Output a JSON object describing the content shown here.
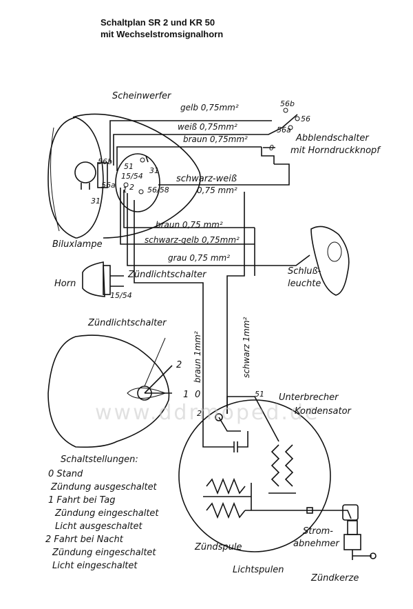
{
  "title": {
    "line1": "Schaltplan SR 2 und KR 50",
    "line2": "mit Wechselstromsignalhorn"
  },
  "labels": {
    "scheinwerfer": "Scheinwerfer",
    "gelb": "gelb 0,75mm²",
    "weiss": "weiß 0,75mm²",
    "braun_top": "braun 0,75mm²",
    "abblendschalter": "Abblendschalter",
    "horndruckknopf": "mit Horndruckknopf",
    "schwarz_weiss": "schwarz-weiß",
    "schwarz_weiss_size": "0,75 mm²",
    "braun_mid": "braun 0,75 mm²",
    "schwarz_gelb": "schwarz-gelb 0,75mm²",
    "grau": "grau 0,75 mm²",
    "biluxlampe": "Biluxlampe",
    "horn": "Horn",
    "zuendlichtschalter_top": "Zündlichtschalter",
    "schluss": "Schluß-",
    "leuchte": "leuchte",
    "zuendlichtschalter_mid": "Zündlichtschalter",
    "braun_1": "braun 1mm²",
    "schwarz_1": "schwarz 1mm²",
    "unterbrecher": "Unterbrecher",
    "kondensator": "Kondensator",
    "zuendspule": "Zündspule",
    "lichtspulen": "Lichtspulen",
    "strom": "Strom-",
    "abnehmer": "abnehmer",
    "zuendkerze": "Zündkerze"
  },
  "terminals": {
    "t56b": "56b",
    "t56": "56",
    "t56a": "56a",
    "t56b_lamp": "56b",
    "t56a_lamp": "56a",
    "t31_lamp": "31",
    "t51": "51",
    "t31": "31",
    "t15_54": "15/54",
    "t2": "2",
    "t56_58": "56/58",
    "t1": "1",
    "t0": "0",
    "t15_54_horn": "15/54",
    "pos2": "2",
    "pos1": "1",
    "pos0": "0",
    "t51_gen": "51",
    "t2_gen": "2"
  },
  "switch_positions": {
    "heading": "Schaltstellungen:",
    "lines": [
      "0 Stand",
      "Zündung ausgeschaltet",
      "1 Fahrt bei Tag",
      "Zündung eingeschaltet",
      "Licht ausgeschaltet",
      "2 Fahrt bei Nacht",
      "Zündung eingeschaltet",
      "Licht eingeschaltet"
    ]
  },
  "watermark": "www.ddrmoped.de"
}
